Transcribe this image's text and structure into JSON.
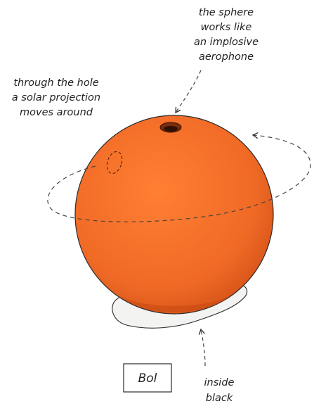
{
  "colors": {
    "sphere": "#f06a26",
    "sphere_shadow": "#c54812",
    "sphere_highlight": "#ff7f33",
    "base": "#f3f3f1",
    "outline": "#2b2b2b",
    "hole": "#7a2c0c"
  },
  "annotations": {
    "aerophone": [
      "the sphere",
      "works like",
      "an implosive",
      "aerophone"
    ],
    "projection": [
      "through the hole",
      "a solar projection",
      "moves around"
    ],
    "inside": [
      "inside",
      "black"
    ]
  },
  "label_box": {
    "text": "Bol"
  }
}
